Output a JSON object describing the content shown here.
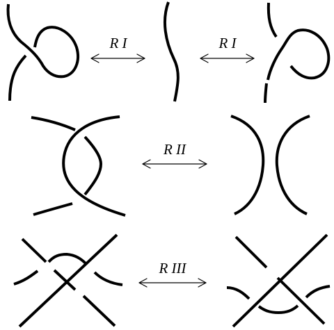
{
  "moves": [
    {
      "id": "r1-left",
      "label": "R I"
    },
    {
      "id": "r1-right",
      "label": "R I"
    },
    {
      "id": "r2",
      "label": "R II"
    },
    {
      "id": "r3",
      "label": "R III"
    }
  ]
}
